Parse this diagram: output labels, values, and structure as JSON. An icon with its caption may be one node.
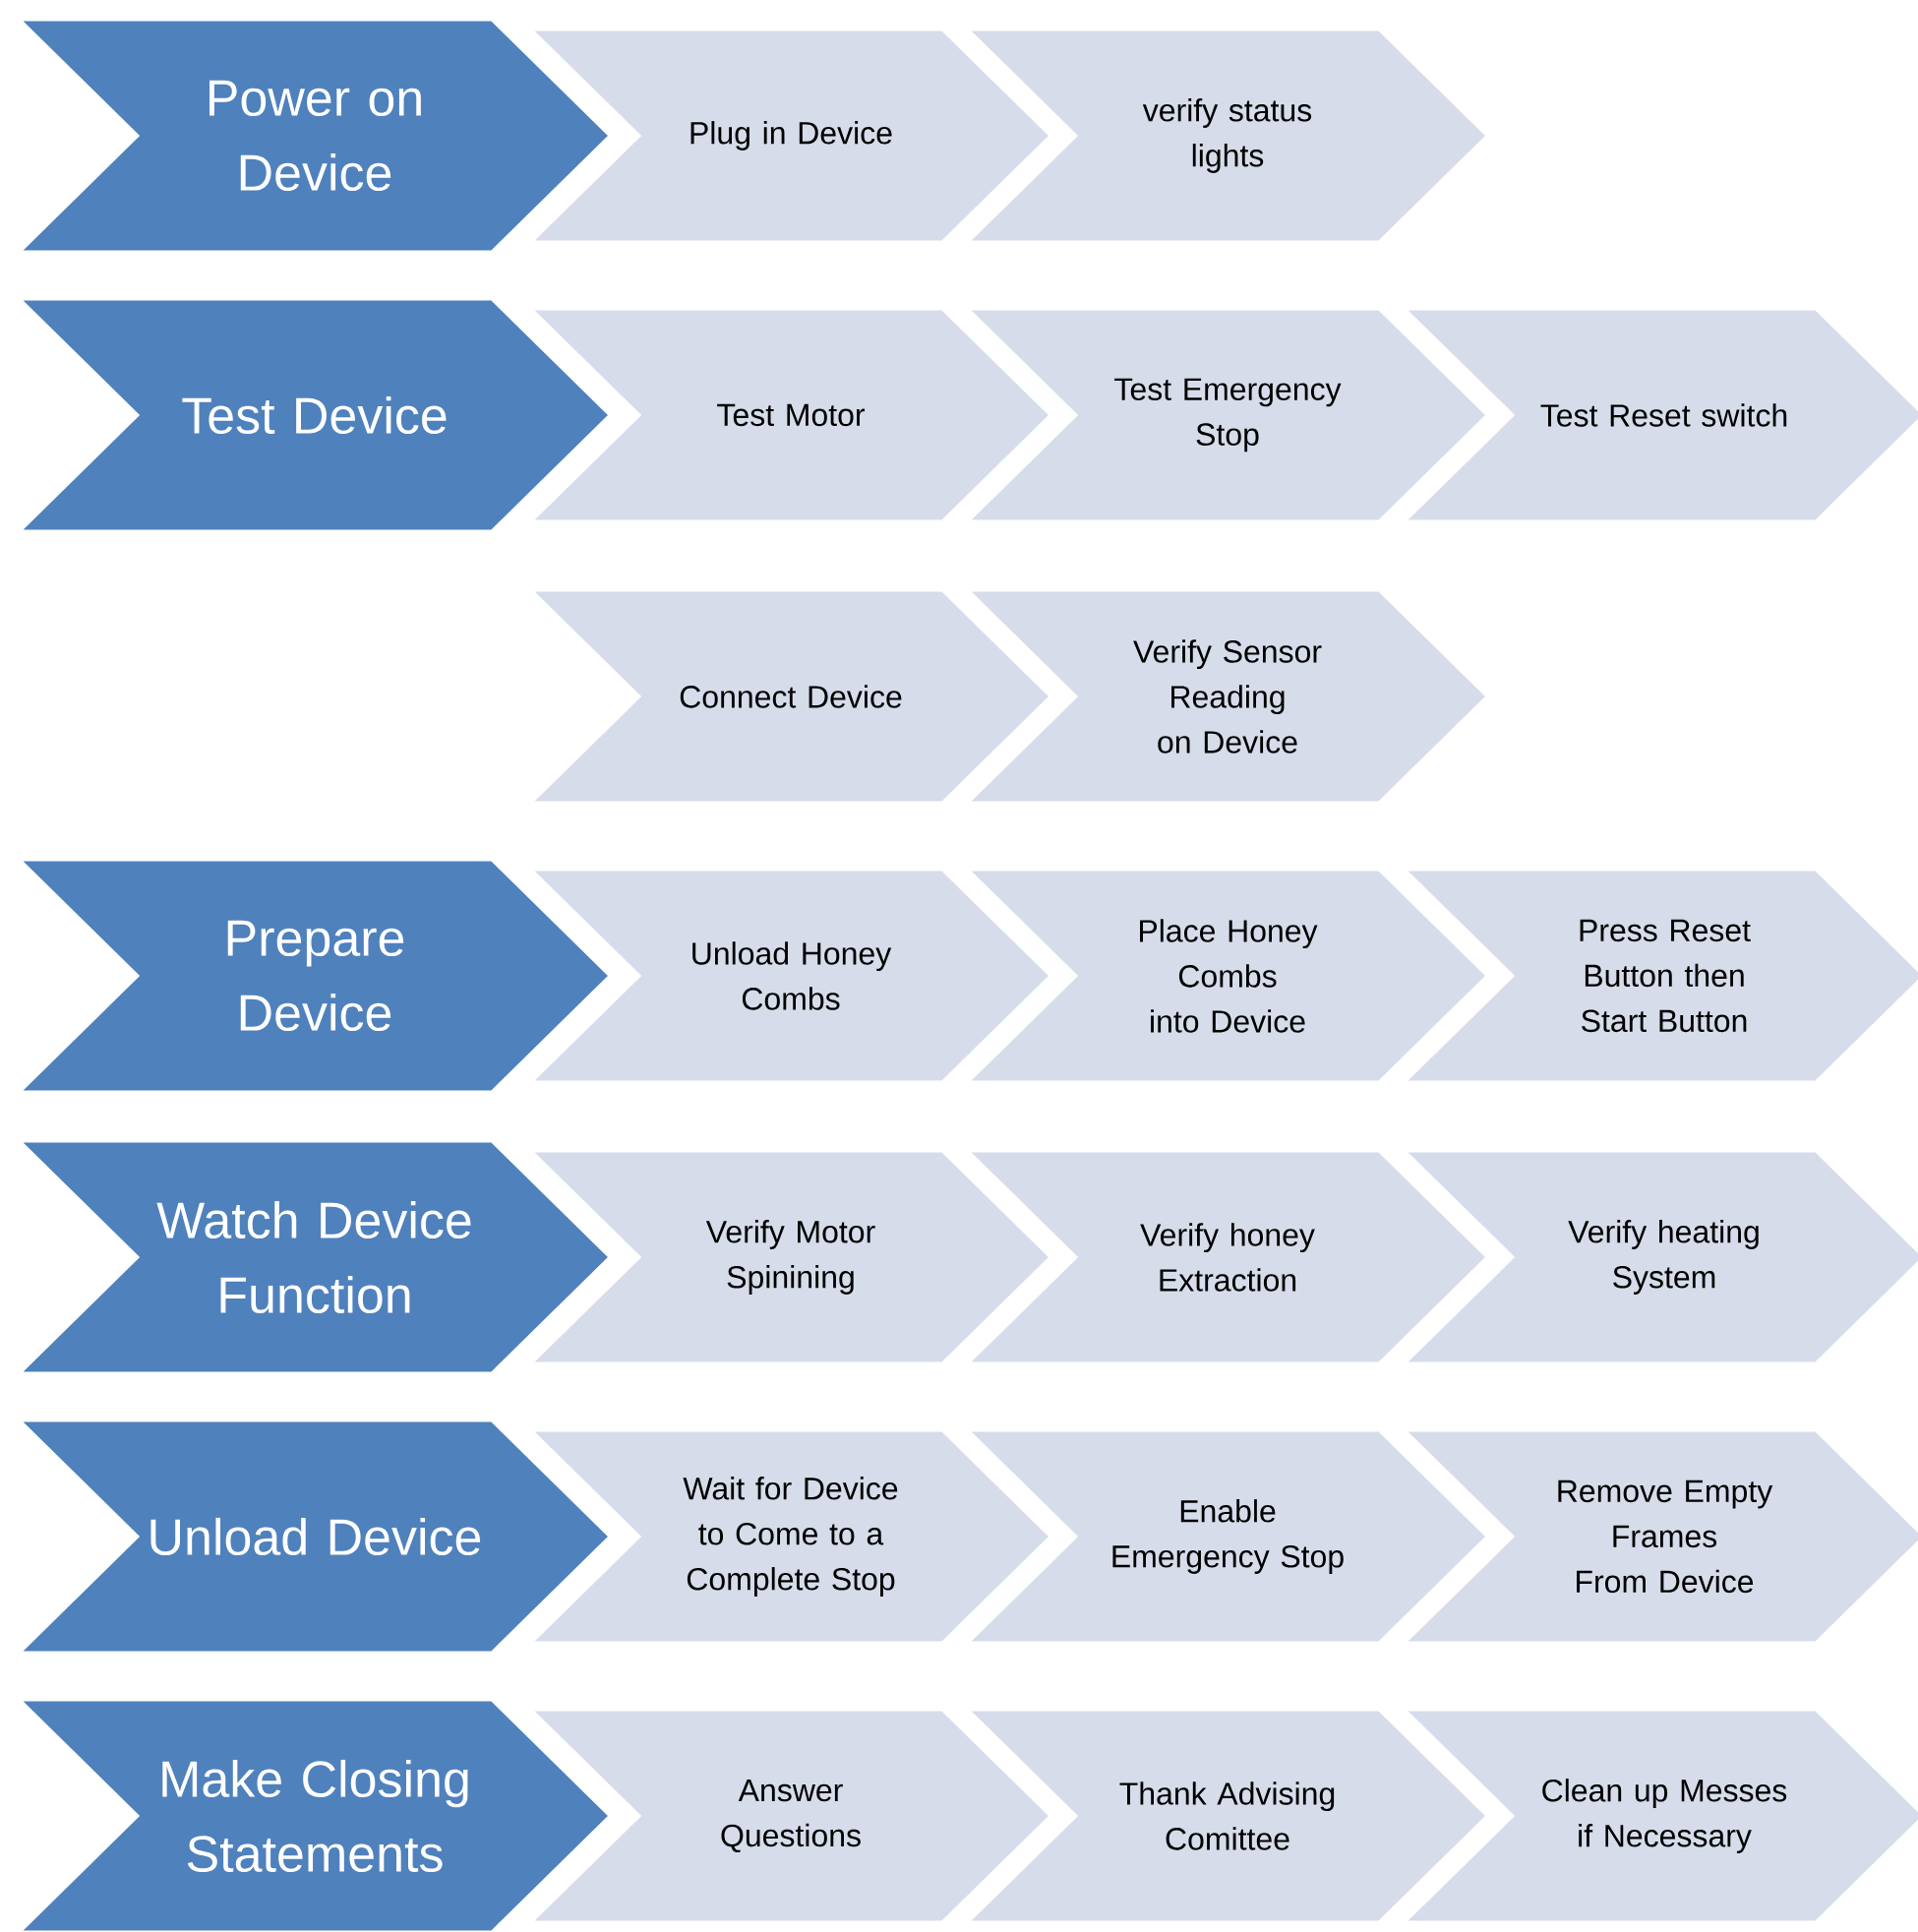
{
  "diagram": {
    "nodes": [
      {
        "text": [
          "Power on Device"
        ]
      },
      {
        "text": [
          "Plug in Device"
        ]
      },
      {
        "text": [
          "verify status lights"
        ]
      },
      {
        "text": [
          "Test Device"
        ]
      },
      {
        "text": [
          "Test Motor"
        ]
      },
      {
        "text": [
          "Test Emergency Stop"
        ]
      },
      {
        "text": [
          "Test Reset switch"
        ]
      },
      {
        "text": [
          "Connect Device"
        ]
      },
      {
        "text": [
          "Verify Sensor Reading on Device"
        ]
      },
      {
        "text": [
          "Prepare Device"
        ]
      },
      {
        "text": [
          "Unload Honey Combs"
        ]
      },
      {
        "text": [
          "Place Honey Combs into Device"
        ]
      },
      {
        "text": [
          "Press Reset Button then Start Button"
        ]
      },
      {
        "text": [
          "Watch Device Function"
        ]
      },
      {
        "text": [
          "Verify Motor Spinining"
        ]
      },
      {
        "text": [
          "Verify honey Extraction"
        ]
      },
      {
        "text": [
          "Verify heating System"
        ]
      },
      {
        "text": [
          "Unload Device"
        ]
      },
      {
        "text": [
          "Wait for Device to Come to a Complete Stop"
        ]
      },
      {
        "text": [
          "Enable Emergency Stop"
        ]
      },
      {
        "text": [
          "Remove Empty Frames From Device"
        ]
      },
      {
        "text": [
          "Make Closing Statements"
        ]
      },
      {
        "text": [
          "Answer Questions"
        ]
      },
      {
        "text": [
          "Thank Advising Comittee"
        ]
      },
      {
        "text": [
          "Clean up Messes if Necessary"
        ]
      }
    ]
  }
}
